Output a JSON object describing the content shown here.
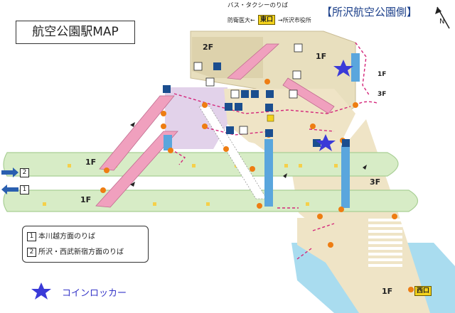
{
  "title": "航空公園駅MAP",
  "side_label": "【所沢航空公園側】",
  "bus_taxi": "バス・タクシーのりば",
  "east_exit": {
    "left_label": "防衛医大←",
    "badge": "東口",
    "right_label": "→所沢市役所"
  },
  "west_exit": {
    "badge": "西口"
  },
  "floors": {
    "upper_left": "2F",
    "upper_right": "1F",
    "ramp_1f": "1F",
    "ramp_3f": "3F",
    "platform_1f_left": "1F",
    "platform_1f_lower": "1F",
    "concourse_3f": "3F",
    "west_1f": "1F"
  },
  "tracks": [
    {
      "number": "2",
      "direction": "right"
    },
    {
      "number": "1",
      "direction": "left"
    }
  ],
  "legend": [
    {
      "number": "1",
      "text": "本川越方面のりば"
    },
    {
      "number": "2",
      "text": "所沢・西武新宿方面のりば"
    }
  ],
  "locker": {
    "label": "コインロッカー"
  },
  "compass": "N",
  "colors": {
    "platform_green": "#d7ecc6",
    "platform_border": "#a9cf95",
    "concourse_tan": "#efe4c6",
    "upper_building": "#e8dfbe",
    "stair_pink": "#f0a0be",
    "elevator_blue": "#5aa6dd",
    "route_magenta": "#d4267a",
    "lobby_lavender": "#e2d2ea",
    "locker_star": "#3a3ad8",
    "node_orange": "#ee7d12",
    "floor_cyan": "#a9dcef"
  }
}
